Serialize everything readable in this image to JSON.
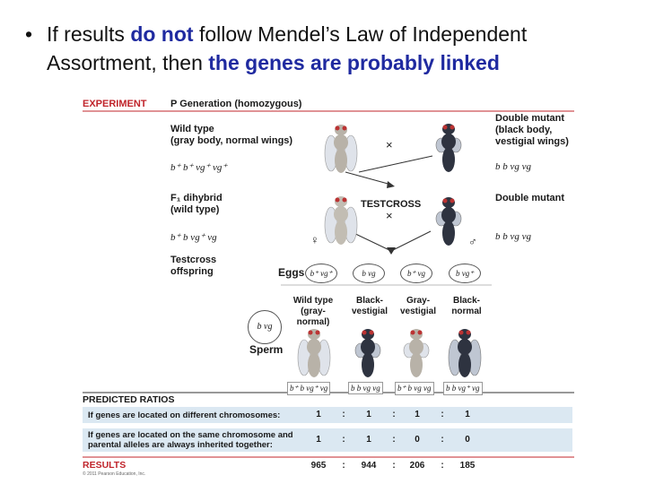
{
  "slide": {
    "bullet_dot": "•",
    "text_a": "If results ",
    "text_b": "do not",
    "text_c": " follow Mendel’s Law of Independent Assortment, then ",
    "text_d": "the genes are probably linked"
  },
  "figure": {
    "experiment_label": "EXPERIMENT",
    "p_generation": "P Generation (homozygous)",
    "wild_type_1": "Wild type",
    "wild_type_2": "(gray body, normal wings)",
    "double_mutant_1": "Double mutant",
    "double_mutant_2": "(black body,",
    "double_mutant_3": "vestigial wings)",
    "geno_wild_p": "b⁺ b⁺ vg⁺ vg⁺",
    "geno_mut_p": "b b vg vg",
    "cross_1": "×",
    "f1_1": "F₁ dihybrid",
    "f1_2": "(wild type)",
    "testcross": "TESTCROSS",
    "cross_2": "×",
    "double_mutant_f1": "Double mutant",
    "geno_f1": "b⁺ b vg⁺ vg",
    "geno_mut_f1": "b b vg vg",
    "female_symbol": "♀",
    "male_symbol": "♂",
    "testcross_off_1": "Testcross",
    "testcross_off_2": "offspring",
    "eggs_label": "Eggs",
    "eggs": [
      "b⁺ vg⁺",
      "b vg",
      "b⁺ vg",
      "b vg⁺"
    ],
    "sperm_bubble": "b vg",
    "sperm_label": "Sperm",
    "phenotypes": [
      {
        "l1": "Wild type",
        "l2": "(gray-normal)"
      },
      {
        "l1": "Black-",
        "l2": "vestigial"
      },
      {
        "l1": "Gray-",
        "l2": "vestigial"
      },
      {
        "l1": "Black-",
        "l2": "normal"
      }
    ],
    "offspring_genotypes": [
      "b⁺ b vg⁺ vg",
      "b b vg vg",
      "b⁺ b vg vg",
      "b b vg⁺ vg"
    ],
    "predicted_ratios": "PREDICTED RATIOS",
    "row1_label": "If genes are located on different chromosomes:",
    "row1_values": [
      "1",
      "1",
      "1",
      "1"
    ],
    "row2_label_1": "If genes are located on the same chromosome and",
    "row2_label_2": "parental alleles are always inherited together:",
    "row2_values": [
      "1",
      "1",
      "0",
      "0"
    ],
    "results_label": "RESULTS",
    "results_values": [
      "965",
      "944",
      "206",
      "185"
    ],
    "colon": ":",
    "copyright": "© 2011 Pearson Education, Inc.",
    "colors": {
      "accent_red": "#c0242b",
      "link_blue": "#1f2aa0",
      "row_blue": "#dbe8f2"
    }
  }
}
